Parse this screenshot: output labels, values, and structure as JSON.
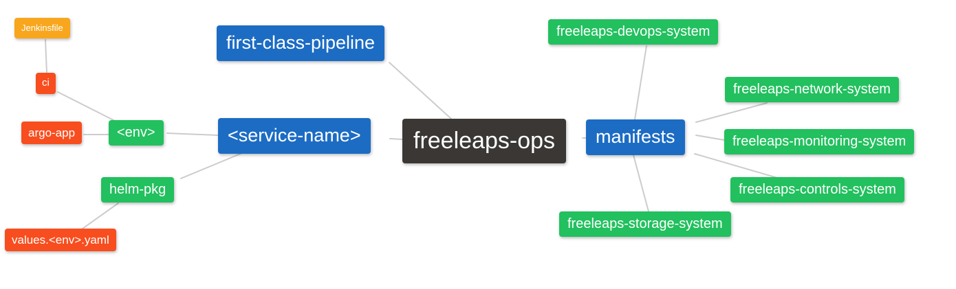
{
  "diagram": {
    "type": "mindmap",
    "root_label": "freeleaps-ops",
    "palette": {
      "root_bg": "#3a3735",
      "primary_bg": "#1c6cc4",
      "leaf_bg": "#22c05e",
      "warn_bg": "#f8a61d",
      "alert_bg": "#f84d1e",
      "text": "#ffffff",
      "edge": "#cccccc",
      "background": "#ffffff"
    },
    "nodes": [
      {
        "id": "jenkinsfile",
        "label": "Jenkinsfile",
        "color": "#f8a61d"
      },
      {
        "id": "ci",
        "label": "ci",
        "color": "#f84d1e"
      },
      {
        "id": "argo-app",
        "label": "argo-app",
        "color": "#f84d1e"
      },
      {
        "id": "env",
        "label": "<env>",
        "color": "#22c05e"
      },
      {
        "id": "helm-pkg",
        "label": "helm-pkg",
        "color": "#22c05e"
      },
      {
        "id": "values",
        "label": "values.<env>.yaml",
        "color": "#f84d1e"
      },
      {
        "id": "pipeline",
        "label": "first-class-pipeline",
        "color": "#1c6cc4"
      },
      {
        "id": "service",
        "label": "<service-name>",
        "color": "#1c6cc4"
      },
      {
        "id": "ops",
        "label": "freeleaps-ops",
        "color": "#3a3735"
      },
      {
        "id": "manifests",
        "label": "manifests",
        "color": "#1c6cc4"
      },
      {
        "id": "devops",
        "label": "freeleaps-devops-system",
        "color": "#22c05e"
      },
      {
        "id": "network",
        "label": "freeleaps-network-system",
        "color": "#22c05e"
      },
      {
        "id": "monitoring",
        "label": "freeleaps-monitoring-system",
        "color": "#22c05e"
      },
      {
        "id": "controls",
        "label": "freeleaps-controls-system",
        "color": "#22c05e"
      },
      {
        "id": "storage",
        "label": "freeleaps-storage-system",
        "color": "#22c05e"
      }
    ],
    "edges": [
      {
        "from": "jenkinsfile",
        "to": "ci"
      },
      {
        "from": "ci",
        "to": "env"
      },
      {
        "from": "argo-app",
        "to": "env"
      },
      {
        "from": "env",
        "to": "service"
      },
      {
        "from": "service",
        "to": "helm-pkg"
      },
      {
        "from": "helm-pkg",
        "to": "values"
      },
      {
        "from": "pipeline",
        "to": "ops"
      },
      {
        "from": "service",
        "to": "ops"
      },
      {
        "from": "ops",
        "to": "manifests"
      },
      {
        "from": "manifests",
        "to": "devops"
      },
      {
        "from": "manifests",
        "to": "network"
      },
      {
        "from": "manifests",
        "to": "monitoring"
      },
      {
        "from": "manifests",
        "to": "controls"
      },
      {
        "from": "manifests",
        "to": "storage"
      }
    ]
  }
}
